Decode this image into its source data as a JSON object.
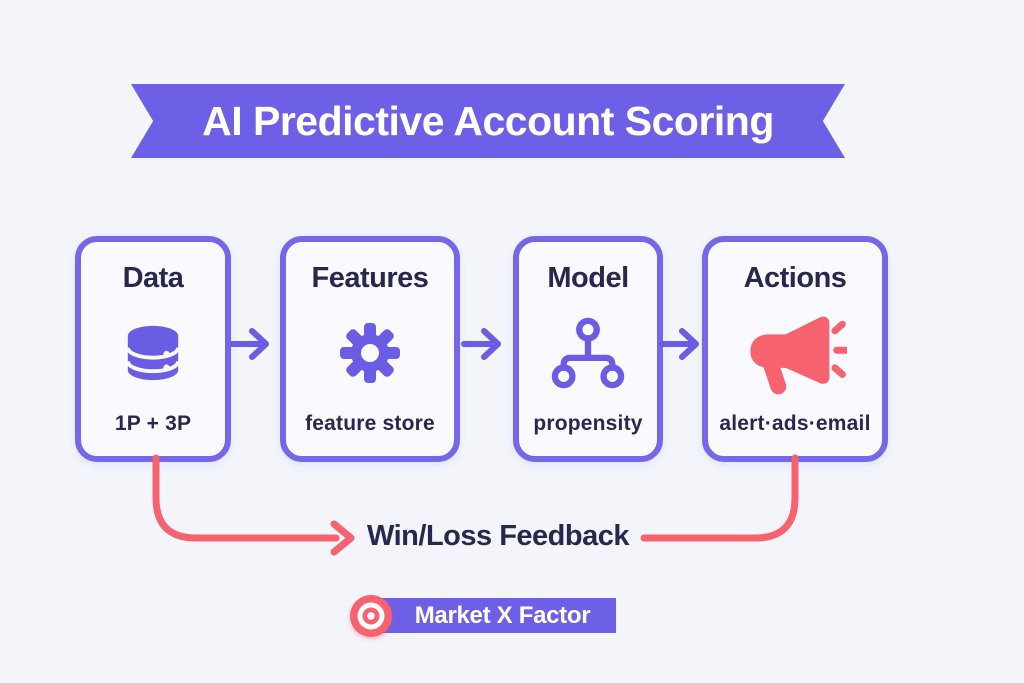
{
  "banner": {
    "title": "AI Predictive Account Scoring"
  },
  "cards": [
    {
      "title": "Data",
      "subtitle": "1P + 3P",
      "icon": "database-icon"
    },
    {
      "title": "Features",
      "subtitle": "feature store",
      "icon": "gear-icon"
    },
    {
      "title": "Model",
      "subtitle": "propensity",
      "icon": "hierarchy-icon"
    },
    {
      "title": "Actions",
      "subtitle": "alert·ads·email",
      "icon": "megaphone-icon"
    }
  ],
  "flow": {
    "arrows": [
      "data-to-features",
      "features-to-model",
      "model-to-actions"
    ],
    "feedback_label": "Win/Loss Feedback"
  },
  "footer": {
    "brand": "Market X Factor",
    "icon": "target-icon"
  },
  "colors": {
    "background": "#F3F5FB",
    "purple": "#6E60E6",
    "card_border": "#7568E8",
    "card_background": "#FAFAFE",
    "navy_text": "#28284E",
    "coral": "#F7626F",
    "white": "#FFFFFF"
  }
}
